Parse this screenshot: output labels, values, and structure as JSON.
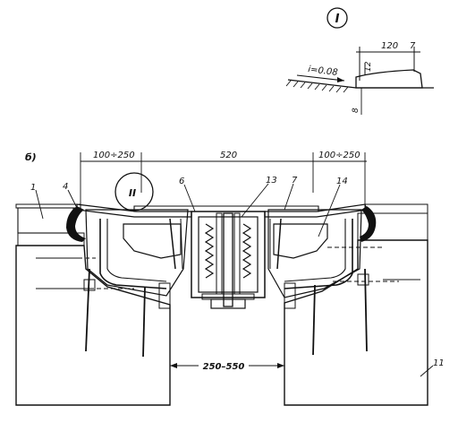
{
  "detail_I": {
    "marker": "I",
    "dim_width": "120",
    "dim_height": "12",
    "slope": "i=0.08",
    "callout": "7",
    "dim_vertical": "8"
  },
  "section_b": {
    "label": "б)",
    "dim_left": "100÷250",
    "dim_center": "520",
    "dim_right": "100÷250",
    "dim_gap": "250–550",
    "detail_marker": "II",
    "callouts": {
      "c1": "1",
      "c4": "4",
      "c6": "6",
      "c13": "13",
      "c7": "7",
      "c14": "14",
      "c11": "11"
    }
  }
}
